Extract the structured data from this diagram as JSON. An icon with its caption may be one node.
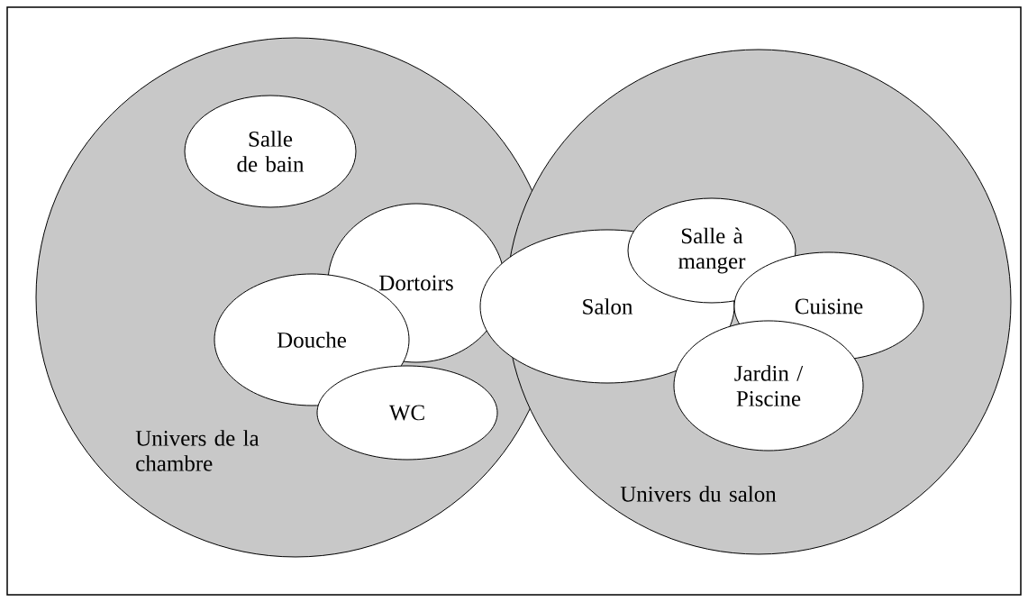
{
  "diagram": {
    "nodes": [
      {
        "text": [
          "Univers de la chambre"
        ]
      },
      {
        "text": [
          "Univers du salon"
        ]
      },
      {
        "text": [
          "Salle de bain"
        ],
        "in": 0
      },
      {
        "text": [
          "Dortoirs"
        ],
        "in": 0
      },
      {
        "text": [
          "Douche"
        ],
        "in": 0
      },
      {
        "text": [
          "WC"
        ],
        "in": 0
      },
      {
        "text": [
          "Salon"
        ]
      },
      {
        "text": [
          "Salle à manger"
        ],
        "in": 1
      },
      {
        "text": [
          "Cuisine"
        ],
        "in": 1
      },
      {
        "text": [
          "Jardin / Piscine"
        ],
        "in": 1
      }
    ]
  }
}
